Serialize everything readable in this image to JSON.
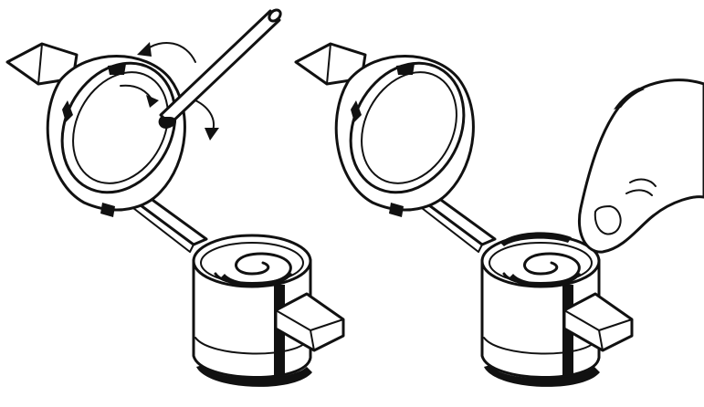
{
  "figure": {
    "panels": [
      {
        "id": "left",
        "action": "tool-stirring"
      },
      {
        "id": "right",
        "action": "finger-pressing"
      }
    ],
    "colors": {
      "ink": "#111111",
      "paper": "#ffffff"
    },
    "icons": [
      "stir-stick-icon",
      "rotation-arrow-icon",
      "finger-icon",
      "cup-icon",
      "lid-icon",
      "hinge-arm-icon",
      "latch-tab-icon"
    ]
  }
}
